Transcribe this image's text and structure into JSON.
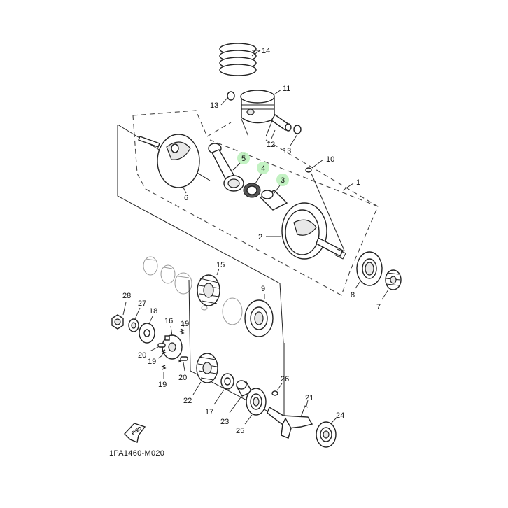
{
  "diagram_code": "1PA1460-M020",
  "fwd_label": "FWD",
  "callouts": {
    "c1": "1",
    "c2": "2",
    "c3": "3",
    "c4": "4",
    "c5": "5",
    "c6": "6",
    "c7": "7",
    "c8": "8",
    "c9": "9",
    "c10": "10",
    "c11": "11",
    "c12": "12",
    "c13a": "13",
    "c13b": "13",
    "c14": "14",
    "c15": "15",
    "c16": "16",
    "c17": "17",
    "c18": "18",
    "c19a": "19",
    "c19b": "19",
    "c19c": "19",
    "c20a": "20",
    "c20b": "20",
    "c21": "21",
    "c22": "22",
    "c23": "23",
    "c24": "24",
    "c25": "25",
    "c26": "26",
    "c27": "27",
    "c28": "28"
  },
  "highlighted_callouts": [
    "3",
    "4",
    "5"
  ],
  "colors": {
    "highlight": "#b9f0b9",
    "line": "#222222"
  }
}
